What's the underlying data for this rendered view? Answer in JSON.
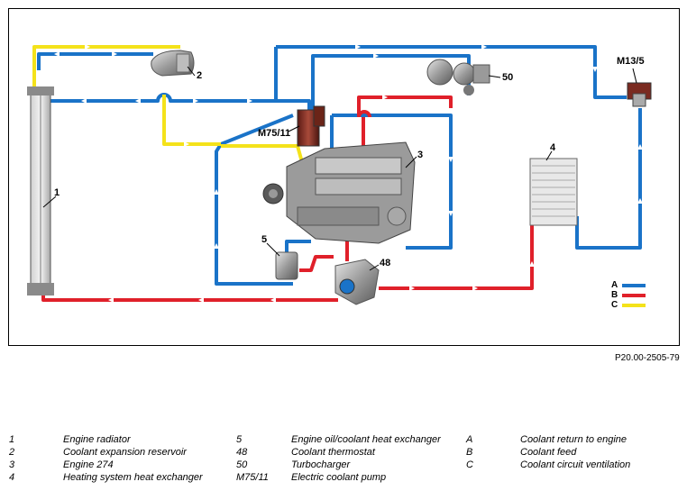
{
  "callouts": {
    "c1": "1",
    "c2": "2",
    "c3": "3",
    "c4": "4",
    "c5": "5",
    "c48": "48",
    "c50": "50",
    "m13": "M13/5",
    "m75": "M75/11"
  },
  "color_key": {
    "a": {
      "letter": "A",
      "color": "#1a73c8"
    },
    "b": {
      "letter": "B",
      "color": "#e0202a"
    },
    "c": {
      "letter": "C",
      "color": "#f4e21a"
    }
  },
  "reference": "P20.00-2505-79",
  "legend": {
    "col1": [
      {
        "num": "1",
        "text": "Engine radiator"
      },
      {
        "num": "2",
        "text": "Coolant expansion reservoir"
      },
      {
        "num": "3",
        "text": "Engine 274"
      },
      {
        "num": "4",
        "text": "Heating system heat exchanger"
      }
    ],
    "col2": [
      {
        "num": "5",
        "text": "Engine oil/coolant heat exchanger"
      },
      {
        "num": "48",
        "text": "Coolant thermostat"
      },
      {
        "num": "50",
        "text": "Turbocharger"
      },
      {
        "num": "M75/11",
        "text": "Electric coolant pump"
      }
    ],
    "col3": [
      {
        "num": "A",
        "text": "Coolant return to engine"
      },
      {
        "num": "B",
        "text": "Coolant feed"
      },
      {
        "num": "C",
        "text": "Coolant circuit ventilation"
      }
    ]
  }
}
